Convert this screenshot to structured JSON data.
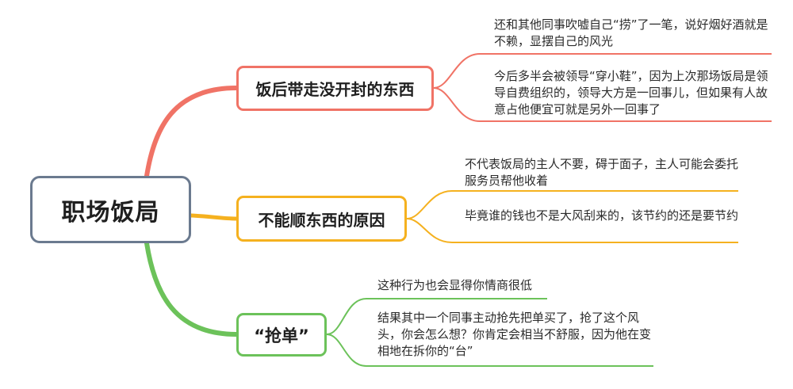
{
  "colors": {
    "root_border": "#6b7a8f",
    "branch_1": "#f07366",
    "branch_2": "#f5b11f",
    "branch_3": "#6cc25a"
  },
  "root": {
    "label": "职场饭局"
  },
  "branches": [
    {
      "label": "饭后带走没开封的东西",
      "leaves": [
        "还和其他同事吹嘘自己“捞”了一笔，说好烟好酒就是不赖，显摆自己的风光",
        "今后多半会被领导“穿小鞋”，因为上次那场饭局是领导自费组织的，领导大方是一回事儿，但如果有人故意占他便宜可就是另外一回事了"
      ]
    },
    {
      "label": "不能顺东西的原因",
      "leaves": [
        "不代表饭局的主人不要，碍于面子，主人可能会委托服务员帮他收着",
        "毕竟谁的钱也不是大风刮来的，该节约的还是要节约"
      ]
    },
    {
      "label": "“抢单”",
      "leaves": [
        "这种行为也会显得你情商很低",
        "结果其中一个同事主动抢先把单买了，抢了这个风头，你会怎么想？你肯定会相当不舒服，因为他在变相地在拆你的“台”"
      ]
    }
  ]
}
